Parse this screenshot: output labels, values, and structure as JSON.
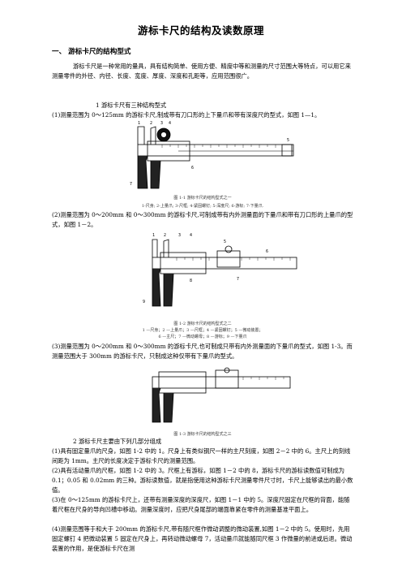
{
  "title": "游标卡尺的结构及读数原理",
  "section1": {
    "heading": "一、  游标卡尺的结构型式"
  },
  "para1": "游标卡尺是一种常用的量具，具有结构简单、使用方便、精度中等和测量的尺寸范围大等特点，可以用它来测量零件的外径、内径、长度、宽度、厚度、深度和孔距等，应用范围很广。",
  "item1": "1   游标卡尺有三种结构型式",
  "item1_1": "(1)测量范围为 0～125mm 的游标卡尺,制成带有刀口形的上下量爪和带有深度尺的型式，如图 1—1。",
  "fig1": {
    "labels": [
      "1",
      "2",
      "3",
      "4",
      "5",
      "6",
      "7"
    ],
    "caption": "图 1-1  游标卡尺的结构型式之一",
    "legend": "1-尺身; 2-上量爪; 3-尺框; 4-紧固螺钉; 5-深度尺; 6-游标; 7-下量爪."
  },
  "item1_2": "(2)测量范围为 0～200mm 和 0～300mm 的游标卡尺,可制成带有内外测量面的下量爪和带有刀口形的上量爪的型式，如图 1－2。",
  "fig2": {
    "labels": [
      "1",
      "2",
      "3",
      "4",
      "5",
      "6",
      "7",
      "8",
      "9"
    ],
    "caption": "图 1-2  游标卡尺的结构型式之二",
    "legend1": "1 —尺身；2 —上量爪；3 —尺框；4 —紧固螺钉；5 —微动装置；",
    "legend2": "6 —主尺；7 —微动螺母；8 —游标；9 —下量爪"
  },
  "item1_3": "(3)测量范围为 0～200mm 和 0～300mm 的游标卡尺,也可制成只带有内外测量面的下量爪的型式，如图 1-3。而测量范围大于 300mm 的游标卡尺，只制成这种仅带有下量爪的型式。",
  "fig3": {
    "caption": "图 1-3  游标卡尺的结构型式之三"
  },
  "item2": "2   游标卡尺主要由下列几部分组成",
  "item2_1": "(1)具有固定量爪的尺身，如图 1-2 中的 1。尺身上有类似钢尺一样的主尺刻度，如图 2－2 中的 6。主尺上的刻线间距为 1mm。主尺的长度决定于游标卡尺的测量范围。",
  "item2_2": "(2)具有活动量爪的尺框，如图 1-2 中的 3。尺框上有游标，如图 1－2 中的 8，游标卡尺的游标读数值可制成为 0.1；0.05 和 0.02mm 的三种。游标读数值，就是指使用这种游标卡尺测量零件尺寸时，卡尺上能够读出的最小数值。",
  "item2_3": "(3)在 0～125mm 的游标卡尺上，还带有测量深度的深度尺，如图 1－1 中的 5。深度尺固定在尺框的背面，能随着尺框在尺身的导向凹槽中移动。测量深度时，应把尺身尾部的端面靠紧在零件的测量基准平面上。",
  "item2_4": "(4)测量范围等于和大于 200mm 的游标卡尺,带有随尺框作微动调整的微动装置,如图 1－2 中的 5。使用时，先用固定螺钉 4 把微动装置 5 固定在尺身上，再转动微动螺母 7，活动量爪就能随同尺框 3 作微量的前进或后退。微动装置的作用，是使游标卡尺在测"
}
